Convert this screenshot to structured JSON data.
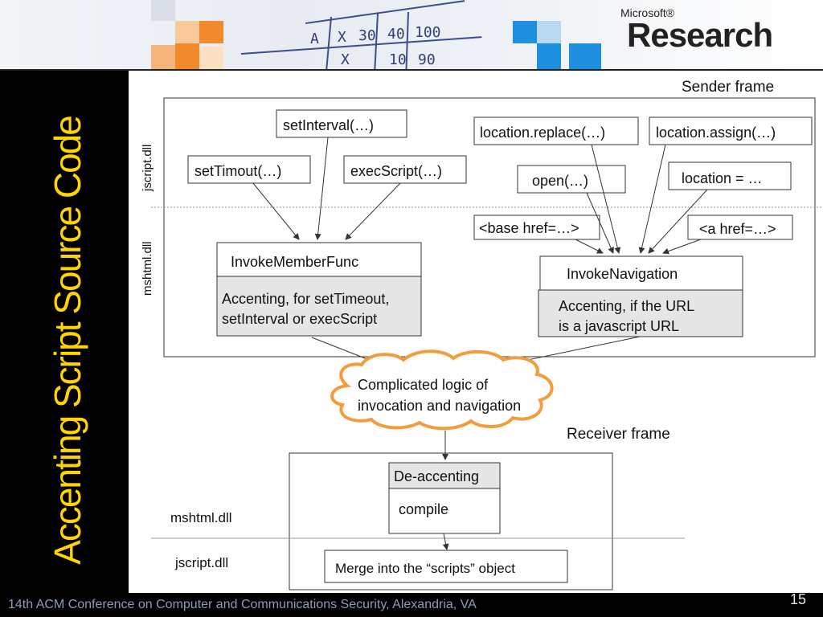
{
  "slide": {
    "title": "Accenting Script Source Code",
    "footer": "14th ACM Conference on Computer and Communications Security, Alexandria, VA",
    "page_number": "15",
    "brand": {
      "small": "Microsoft®",
      "big": "Research"
    },
    "banner_marks": {
      "r1c1": "A",
      "r1c2": "X",
      "r1c3": "30",
      "r1c4": "40",
      "r1c5": "100",
      "r2c1": "X",
      "r2c2": "10",
      "r2c3": "90"
    }
  },
  "diagram": {
    "sender_frame_label": "Sender frame",
    "receiver_frame_label": "Receiver frame",
    "layer_labels": {
      "sender_top": "jscript.dll",
      "sender_bottom": "mshtml.dll",
      "receiver_top": "mshtml.dll",
      "receiver_bottom": "jscript.dll"
    },
    "boxes": {
      "set_interval": "setInterval(…)",
      "set_timeout": "setTimout(…)",
      "exec_script": "execScript(…)",
      "location_replace": "location.replace(…)",
      "location_assign": "location.assign(…)",
      "open": "open(…)",
      "location_eq": "location = …",
      "base_href": "<base href=…>",
      "a_href": "<a href=…>",
      "invoke_member_func": "InvokeMemberFunc",
      "invoke_navigation": "InvokeNavigation",
      "de_accenting": "De-accenting",
      "compile": "compile",
      "merge_scripts": "Merge into the “scripts” object"
    },
    "notes": {
      "invoke_member_line1": "Accenting, for setTimeout,",
      "invoke_member_line2": "setInterval  or execScript",
      "invoke_nav_line1": "Accenting, if the URL",
      "invoke_nav_line2": "is a javascript URL"
    },
    "cloud": {
      "line1": "Complicated logic of",
      "line2": "invocation and navigation"
    }
  },
  "colors": {
    "title": "#ffd400",
    "background": "#000000",
    "cloud_border": "#f39c3c",
    "note_fill": "#e6e6e6",
    "brand_blue": "#1f8fe0",
    "brand_orange": "#f08a2c"
  }
}
